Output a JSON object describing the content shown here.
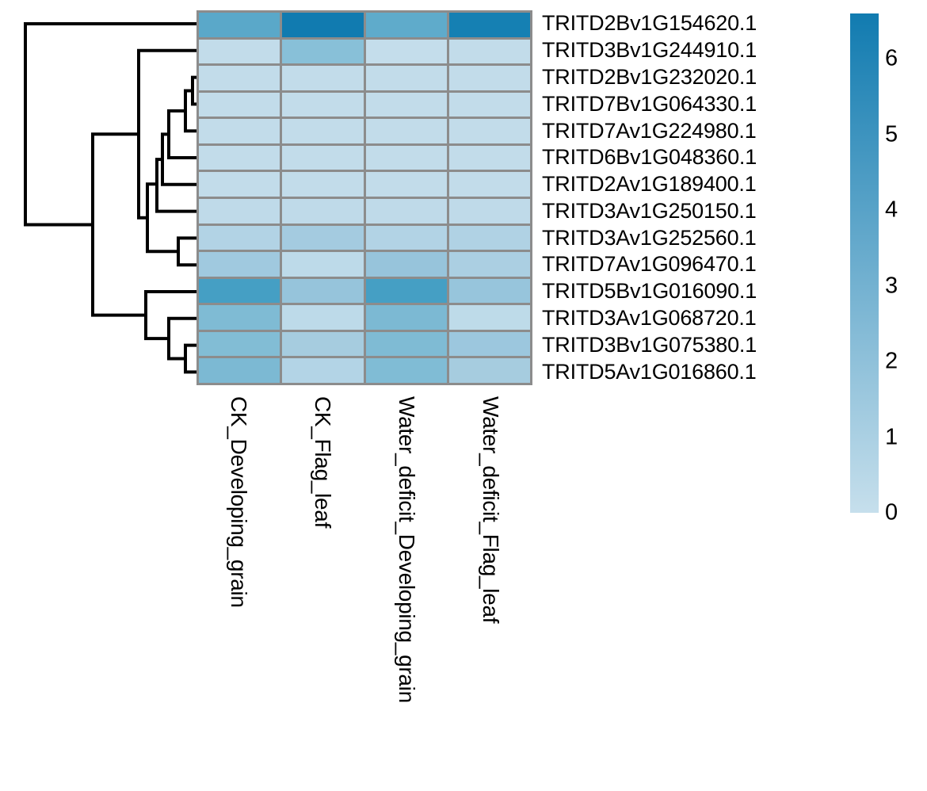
{
  "figure": {
    "type": "heatmap-with-dendrogram",
    "title": "",
    "background_color": "#ffffff",
    "grid_line_color": "#8c8c8c",
    "dendrogram_line_color": "#000000"
  },
  "chart_data": {
    "type": "heatmap",
    "title": "",
    "xlabel": "",
    "ylabel": "",
    "grid": true,
    "legend_position": "right",
    "colorbar": {
      "label": "",
      "ticks": [
        "6",
        "5",
        "4",
        "3",
        "2",
        "1",
        "0"
      ],
      "tick_values": [
        6,
        5,
        4,
        3,
        2,
        1,
        0
      ],
      "vmin": 0,
      "vmax": 6.6,
      "colormap": "Blues-like",
      "color_low": "#c6dfec",
      "color_high": "#117bb0",
      "orientation": "vertical"
    },
    "categories": [
      "CK_Developing_grain",
      "CK_Flag_leaf",
      "Water_deficit_Developing_grain",
      "Water_deficit_Flag_leaf"
    ],
    "rows": [
      "TRITD2Bv1G154620.1",
      "TRITD3Bv1G244910.1",
      "TRITD2Bv1G232020.1",
      "TRITD7Bv1G064330.1",
      "TRITD7Av1G224980.1",
      "TRITD6Bv1G048360.1",
      "TRITD2Av1G189400.1",
      "TRITD3Av1G250150.1",
      "TRITD3Av1G252560.1",
      "TRITD7Av1G096470.1",
      "TRITD5Bv1G016090.1",
      "TRITD3Av1G068720.1",
      "TRITD3Bv1G075380.1",
      "TRITD5Av1G016860.1"
    ],
    "values": [
      [
        3.3,
        5.7,
        3.3,
        5.6
      ],
      [
        0.35,
        3.0,
        0.35,
        0.4
      ],
      [
        0.35,
        0.35,
        0.35,
        0.35
      ],
      [
        0.35,
        0.35,
        0.35,
        0.35
      ],
      [
        0.35,
        0.35,
        0.35,
        0.35
      ],
      [
        0.35,
        0.35,
        0.35,
        0.35
      ],
      [
        0.35,
        0.35,
        0.35,
        0.35
      ],
      [
        0.4,
        0.4,
        0.4,
        0.4
      ],
      [
        0.9,
        1.6,
        0.9,
        0.9
      ],
      [
        1.7,
        0.45,
        1.95,
        1.1
      ],
      [
        3.4,
        2.05,
        3.4,
        1.95
      ],
      [
        2.1,
        0.6,
        2.1,
        0.45
      ],
      [
        2.05,
        1.2,
        2.1,
        1.45
      ],
      [
        2.1,
        0.85,
        2.0,
        1.25
      ]
    ],
    "cell_colors": [
      [
        "#5aa8c9",
        "#117bb0",
        "#5fabcb",
        "#1580b3"
      ],
      [
        "#c2dcea",
        "#88c0d8",
        "#c4ddeb",
        "#c2dcea"
      ],
      [
        "#c2dcea",
        "#c2dcea",
        "#c2dcea",
        "#c2dcea"
      ],
      [
        "#c2dcea",
        "#c2dcea",
        "#c2dcea",
        "#c2dcea"
      ],
      [
        "#c2dcea",
        "#c2dcea",
        "#c2dcea",
        "#c2dcea"
      ],
      [
        "#c2dcea",
        "#c2dcea",
        "#c2dcea",
        "#c2dcea"
      ],
      [
        "#c2dcea",
        "#c2dcea",
        "#c2dcea",
        "#c2dcea"
      ],
      [
        "#bfdae9",
        "#bfdae9",
        "#bfdae9",
        "#bfdae9"
      ],
      [
        "#b2d3e5",
        "#a4cbe0",
        "#b2d3e5",
        "#b0d2e4"
      ],
      [
        "#a0c9df",
        "#bddae9",
        "#97c4db",
        "#abcfe2"
      ],
      [
        "#459fc4",
        "#96c4db",
        "#459fc4",
        "#97c5dc"
      ],
      [
        "#7fbbd4",
        "#bddae9",
        "#7cb9d3",
        "#bedbe9"
      ],
      [
        "#82bdd5",
        "#a6ccdf",
        "#7fbbd4",
        "#9cc7de"
      ],
      [
        "#7cb9d3",
        "#b3d4e6",
        "#80bcd5",
        "#a6ccdf"
      ]
    ]
  },
  "dendrogram": {
    "orientation": "left",
    "leaf_count": 14,
    "description": "hierarchical clustering row dendrogram"
  }
}
